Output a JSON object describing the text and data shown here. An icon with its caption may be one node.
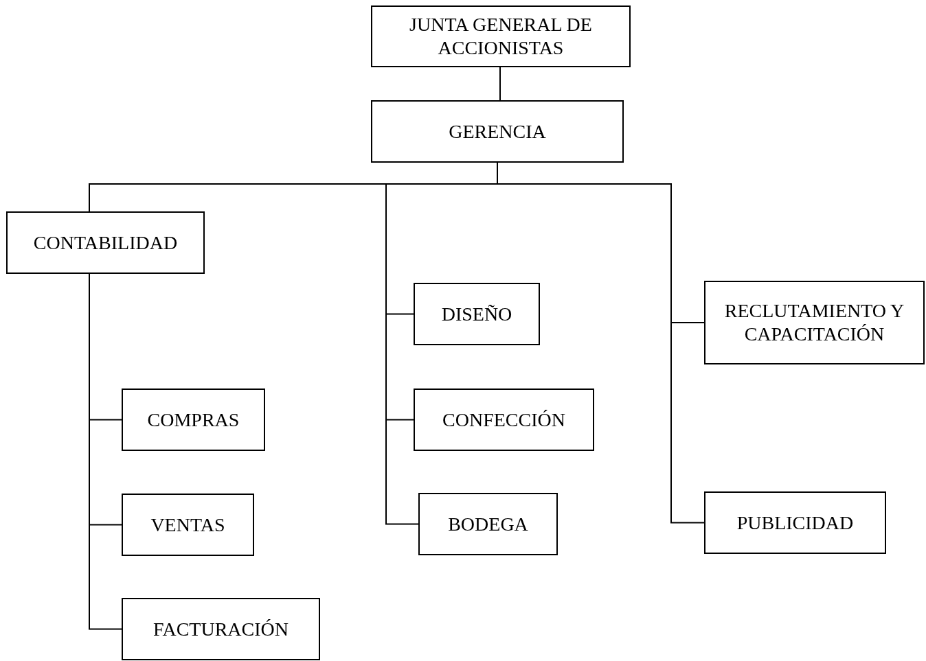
{
  "diagram": {
    "nodes": [
      {
        "text": [
          "JUNTA GENERAL DE ACCIONISTAS"
        ]
      },
      {
        "text": [
          "GERENCIA"
        ]
      },
      {
        "text": [
          "CONTABILIDAD"
        ]
      },
      {
        "text": [
          "COMPRAS"
        ]
      },
      {
        "text": [
          "VENTAS"
        ]
      },
      {
        "text": [
          "FACTURACIÓN"
        ]
      },
      {
        "text": [
          "DISEÑO"
        ]
      },
      {
        "text": [
          "CONFECCIÓN"
        ]
      },
      {
        "text": [
          "BODEGA"
        ]
      },
      {
        "text": [
          "RECLUTAMIENTO Y CAPACITACIÓN"
        ]
      },
      {
        "text": [
          "PUBLICIDAD"
        ]
      }
    ],
    "edges": [
      {
        "from": 0,
        "to": 1,
        "arrow": "none"
      },
      {
        "from": 1,
        "to": 2,
        "arrow": "none"
      },
      {
        "from": 1,
        "to": 6,
        "arrow": "none"
      },
      {
        "from": 1,
        "to": 7,
        "arrow": "none"
      },
      {
        "from": 1,
        "to": 8,
        "arrow": "none"
      },
      {
        "from": 1,
        "to": 9,
        "arrow": "none"
      },
      {
        "from": 1,
        "to": 10,
        "arrow": "none"
      },
      {
        "from": 2,
        "to": 3,
        "arrow": "none"
      },
      {
        "from": 2,
        "to": 4,
        "arrow": "none"
      },
      {
        "from": 2,
        "to": 5,
        "arrow": "none"
      }
    ]
  }
}
